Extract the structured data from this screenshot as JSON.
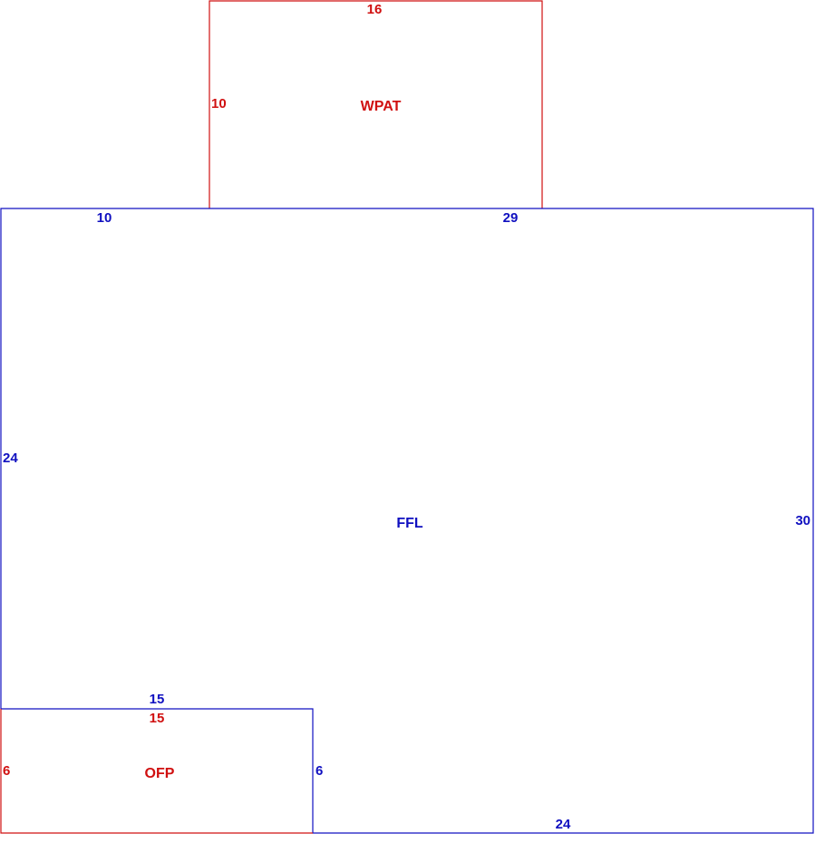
{
  "colors": {
    "living": "#1010c0",
    "porch": "#d01010",
    "background": "#ffffff"
  },
  "areas": {
    "wpat": {
      "name": "WPAT",
      "dims": {
        "top": "16",
        "left": "10"
      }
    },
    "ffl": {
      "name": "FFL",
      "dims": {
        "top_left": "10",
        "top_right": "29",
        "left": "24",
        "right": "30",
        "bottom": "24",
        "notch_top": "15",
        "notch_side": "6"
      }
    },
    "ofp": {
      "name": "OFP",
      "dims": {
        "top": "15",
        "left": "6"
      }
    }
  }
}
